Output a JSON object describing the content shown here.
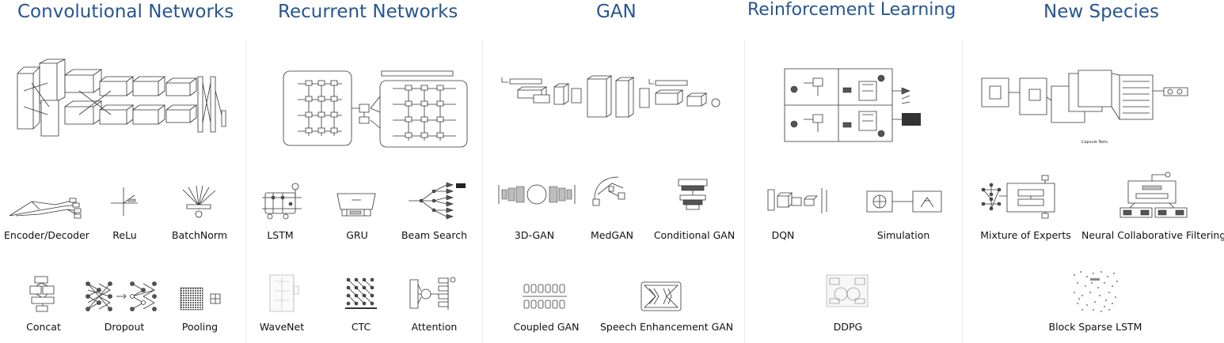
{
  "sections": [
    {
      "title": "Convolutional Networks",
      "items": [
        "Encoder/Decoder",
        "ReLu",
        "BatchNorm",
        "Concat",
        "Dropout",
        "Pooling"
      ]
    },
    {
      "title": "Recurrent Networks",
      "items": [
        "LSTM",
        "GRU",
        "Beam Search",
        "WaveNet",
        "CTC",
        "Attention"
      ]
    },
    {
      "title": "GAN",
      "items": [
        "3D-GAN",
        "MedGAN",
        "Conditional GAN",
        "Coupled GAN",
        "Speech Enhancement GAN"
      ]
    },
    {
      "title": "Reinforcement Learning",
      "items": [
        "DQN",
        "Simulation",
        "DDPG"
      ]
    },
    {
      "title": "New Species",
      "items": [
        "Mixture of Experts",
        "Neural Collaborative Filtering",
        "Block Sparse LSTM"
      ]
    }
  ],
  "diagram_texts": {
    "capsule_caption": "Capsule Nets"
  }
}
